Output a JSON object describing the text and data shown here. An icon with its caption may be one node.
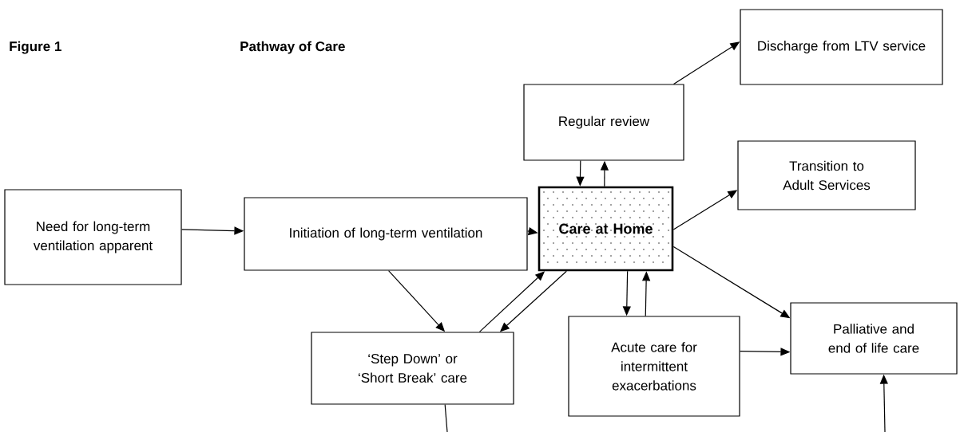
{
  "diagram": {
    "title": "Pathway of Care",
    "nodes": [
      {
        "text": [
          "Need for long-term ventilation apparent"
        ]
      },
      {
        "text": [
          "Initiation of long-term ventilation"
        ]
      },
      {
        "text": [
          "Care at Home"
        ]
      },
      {
        "text": [
          "Regular review"
        ]
      },
      {
        "text": [
          "Discharge from LTV service"
        ]
      },
      {
        "text": [
          "Transition to Adult Services"
        ]
      },
      {
        "text": [
          "‘Step Down’ or ‘Short Break’ care"
        ]
      },
      {
        "text": [
          "Acute care for intermittent exacerbations"
        ]
      },
      {
        "text": [
          "Palliative and end of life care"
        ]
      }
    ],
    "edges": [
      {
        "from": 0,
        "to": 1,
        "arrow": "to"
      },
      {
        "from": 1,
        "to": 2,
        "arrow": "to"
      },
      {
        "from": 1,
        "to": 6,
        "arrow": "to"
      },
      {
        "from": 6,
        "to": 2,
        "arrow": "to"
      },
      {
        "from": 2,
        "to": 6,
        "arrow": "to"
      },
      {
        "from": 3,
        "to": 2,
        "arrow": "to"
      },
      {
        "from": 2,
        "to": 3,
        "arrow": "to"
      },
      {
        "from": 3,
        "to": 4,
        "arrow": "to"
      },
      {
        "from": 2,
        "to": 5,
        "arrow": "to"
      },
      {
        "from": 2,
        "to": 8,
        "arrow": "to"
      },
      {
        "from": 2,
        "to": 7,
        "arrow": "to"
      },
      {
        "from": 7,
        "to": 2,
        "arrow": "to"
      },
      {
        "from": 7,
        "to": 8,
        "arrow": "to"
      },
      {
        "from": 6,
        "to": null,
        "arrow": "none"
      },
      {
        "from": null,
        "to": 8,
        "arrow": "to"
      }
    ],
    "labels": [
      "Figure 1"
    ]
  }
}
